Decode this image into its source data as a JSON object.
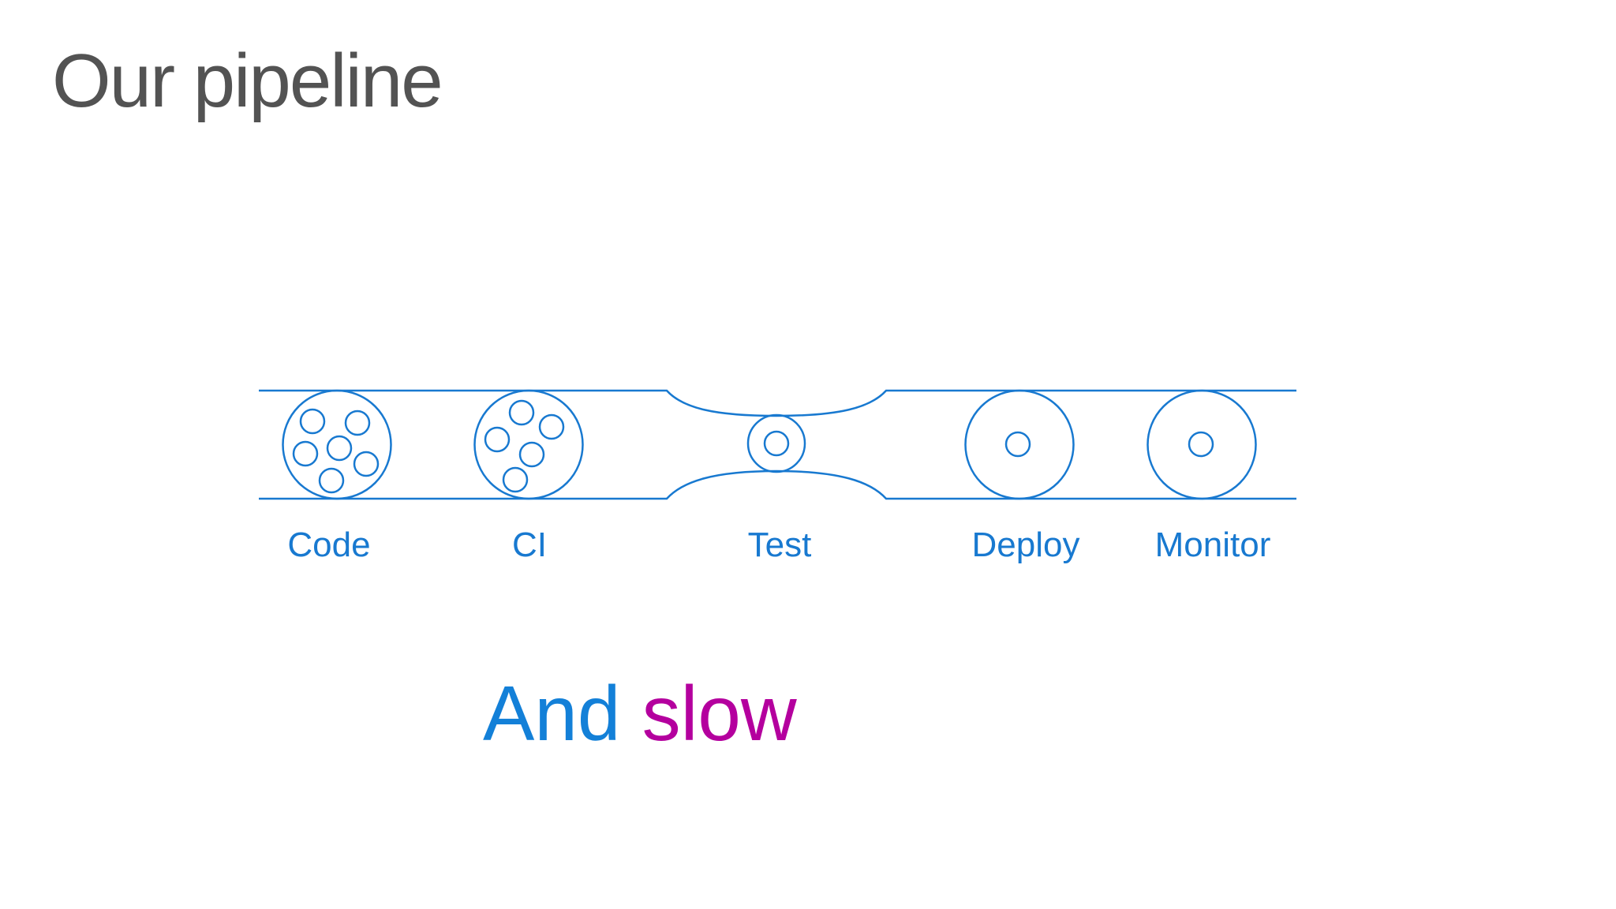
{
  "slide": {
    "title": "Our pipeline",
    "caption": {
      "part1": "And",
      "part2": "slow",
      "part1_color": "#1380d8",
      "part2_color": "#b4009e"
    }
  },
  "pipeline": {
    "stroke_color": "#1879d0",
    "label_color": "#1879d0",
    "description": "Horizontal pipe that narrows to a bottleneck at the Test stage",
    "stages": [
      {
        "label": "Code",
        "work_items": 6
      },
      {
        "label": "CI",
        "work_items": 5
      },
      {
        "label": "Test",
        "work_items": 1
      },
      {
        "label": "Deploy",
        "work_items": 1
      },
      {
        "label": "Monitor",
        "work_items": 1
      }
    ]
  }
}
